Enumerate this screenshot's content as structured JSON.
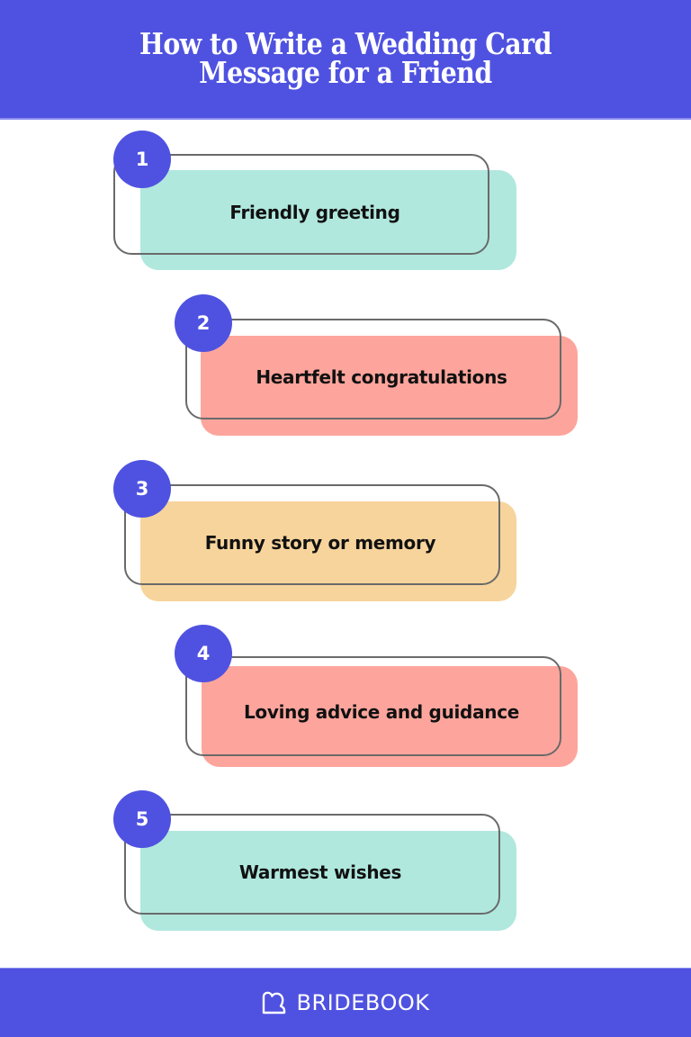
{
  "header": {
    "title_line1": "How to Write a Wedding Card",
    "title_line2": "Message for a Friend",
    "background": "#4F52E0"
  },
  "steps": [
    {
      "number": "1",
      "label": "Friendly greeting",
      "color": "#B0E8DE"
    },
    {
      "number": "2",
      "label": "Heartfelt congratulations",
      "color": "#FDA59C"
    },
    {
      "number": "3",
      "label": "Funny story or memory",
      "color": "#F7D49C"
    },
    {
      "number": "4",
      "label": "Loving advice and guidance",
      "color": "#FDA59C"
    },
    {
      "number": "5",
      "label": "Warmest wishes",
      "color": "#B0E8DE"
    }
  ],
  "footer": {
    "brand_icon": "bridebook-heart-logo-icon",
    "brand_name": "BRIDEBOOK",
    "background": "#4F52E0"
  }
}
